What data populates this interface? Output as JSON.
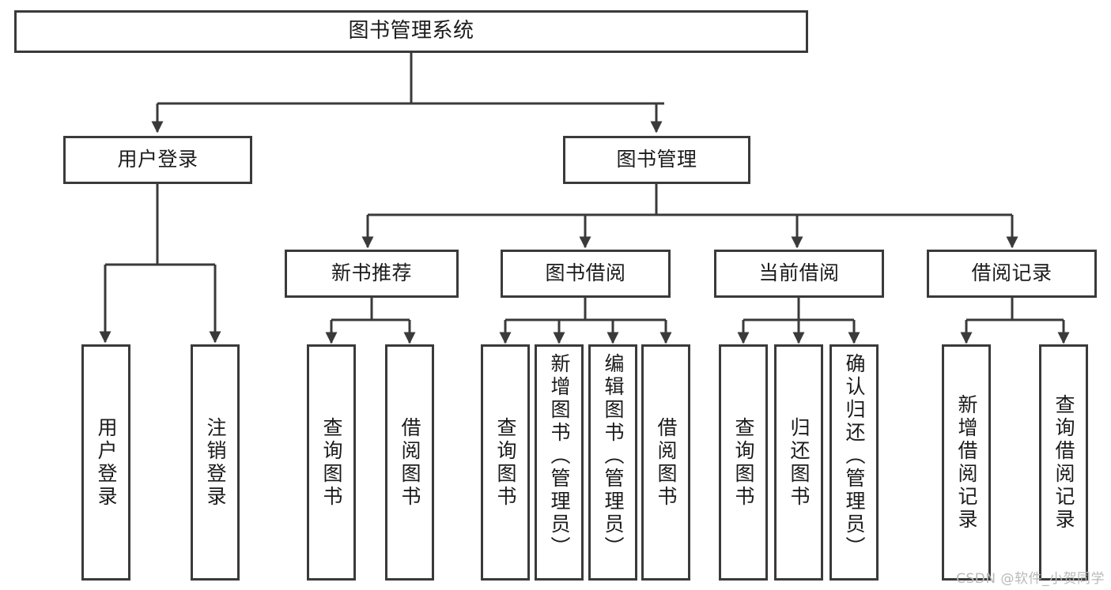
{
  "diagram": {
    "title": "图书管理系统",
    "watermark": "CSDN @软件_小贺同学",
    "stroke_color": "#3a3a3a",
    "background_color": "#ffffff",
    "text_color": "#1b1b1b",
    "root": {
      "label": "图书管理系统"
    },
    "level2": [
      {
        "label": "用户登录"
      },
      {
        "label": "图书管理"
      }
    ],
    "level3": [
      {
        "label": "新书推荐"
      },
      {
        "label": "图书借阅"
      },
      {
        "label": "当前借阅"
      },
      {
        "label": "借阅记录"
      }
    ],
    "leaves": {
      "user_login": [
        {
          "label": "用户登录"
        },
        {
          "label": "注销登录"
        }
      ],
      "new_book_rec": [
        {
          "label": "查询图书"
        },
        {
          "label": "借阅图书"
        }
      ],
      "book_borrow": [
        {
          "label": "查询图书"
        },
        {
          "label": "新增图书（管理员）"
        },
        {
          "label": "编辑图书（管理员）"
        },
        {
          "label": "借阅图书"
        }
      ],
      "current_borrow": [
        {
          "label": "查询图书"
        },
        {
          "label": "归还图书"
        },
        {
          "label": "确认归还（管理员）"
        }
      ],
      "borrow_record": [
        {
          "label": "新增借阅记录"
        },
        {
          "label": "查询借阅记录"
        }
      ]
    }
  }
}
